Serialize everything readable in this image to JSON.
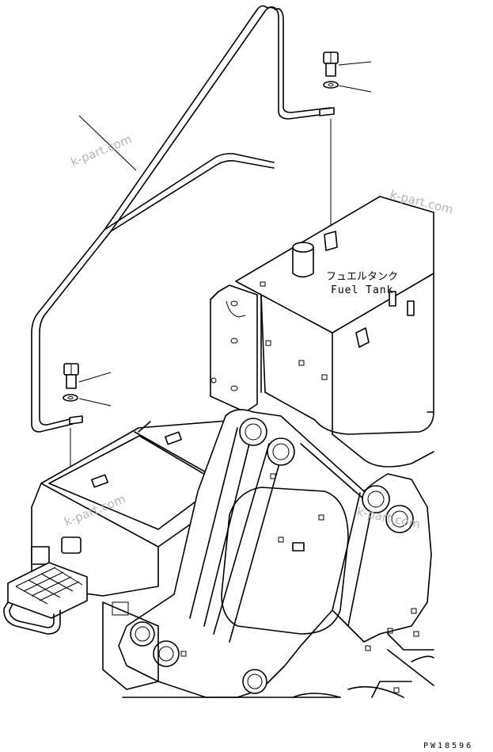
{
  "labels": {
    "fuel_tank_jp": "フュエルタンク",
    "fuel_tank_en": "Fuel Tank"
  },
  "watermarks": [
    "k-part.com",
    "k-part.com",
    "k-part.com",
    "k-part.com"
  ],
  "drawing_code": "PW18596"
}
